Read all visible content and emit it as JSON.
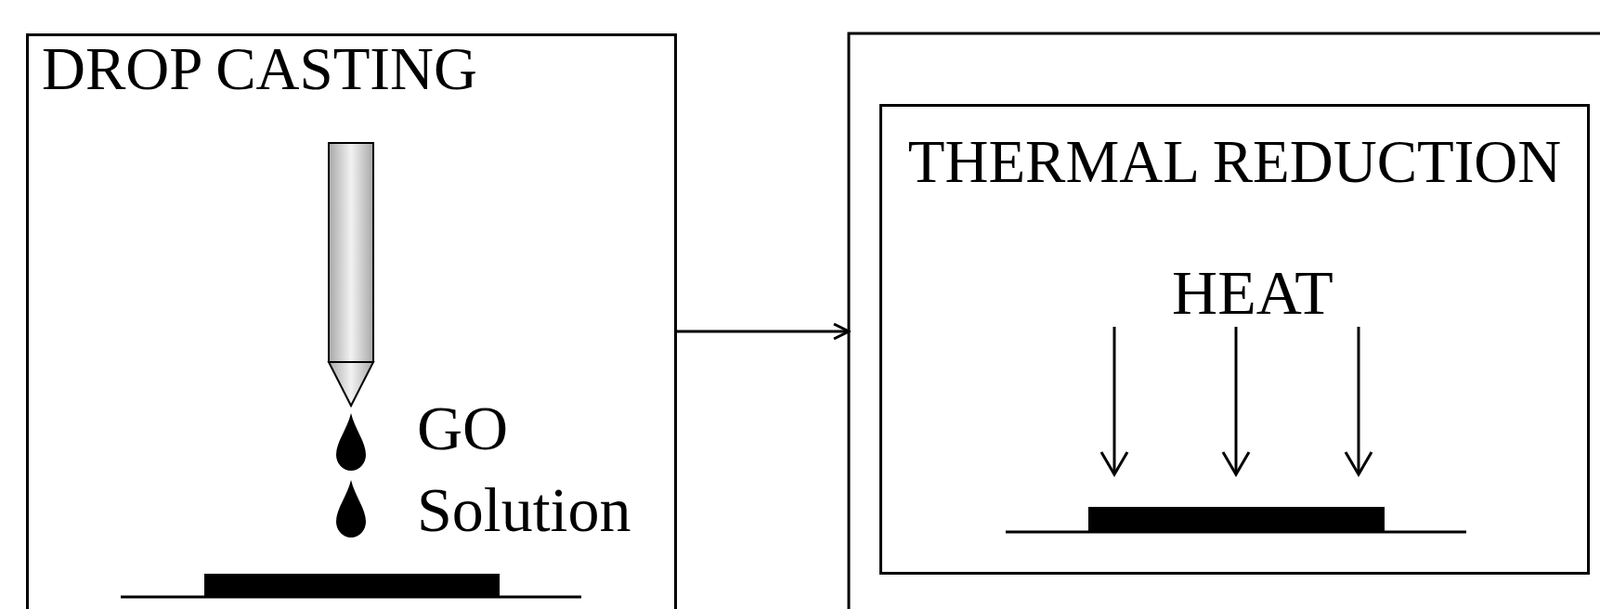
{
  "diagram": {
    "nodes": [
      {
        "text": [
          "DROP CASTING",
          "GO Solution"
        ]
      },
      {
        "text": [
          "THERMAL REDUCTION",
          "HEAT"
        ]
      }
    ],
    "edges": [
      {
        "from": 0,
        "to": 1,
        "arrow": "to"
      }
    ]
  }
}
